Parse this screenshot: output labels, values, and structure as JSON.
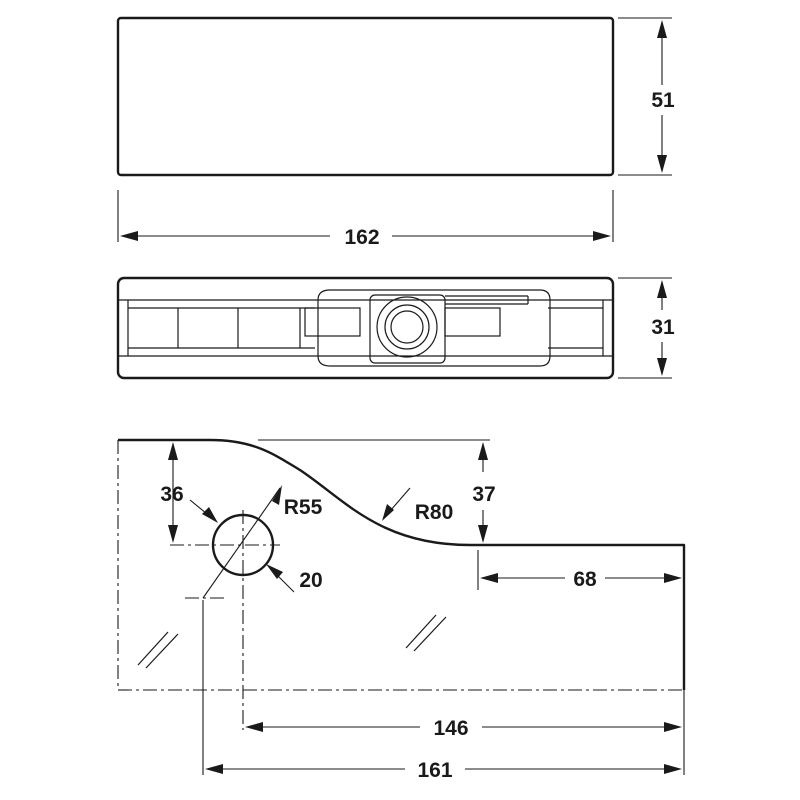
{
  "diagram": {
    "top_view": {
      "width_label": "162",
      "height_label": "51"
    },
    "side_view": {
      "height_label": "31"
    },
    "cutout_view": {
      "hole_offset_label": "36",
      "radius_small_label": "R55",
      "radius_large_label": "R80",
      "step_height_label": "37",
      "hole_diameter_label": "20",
      "step_width_label": "68",
      "hole_to_edge_label": "146",
      "total_width_label": "161"
    }
  },
  "colors": {
    "line": "#1a1a1a",
    "background": "#ffffff"
  }
}
